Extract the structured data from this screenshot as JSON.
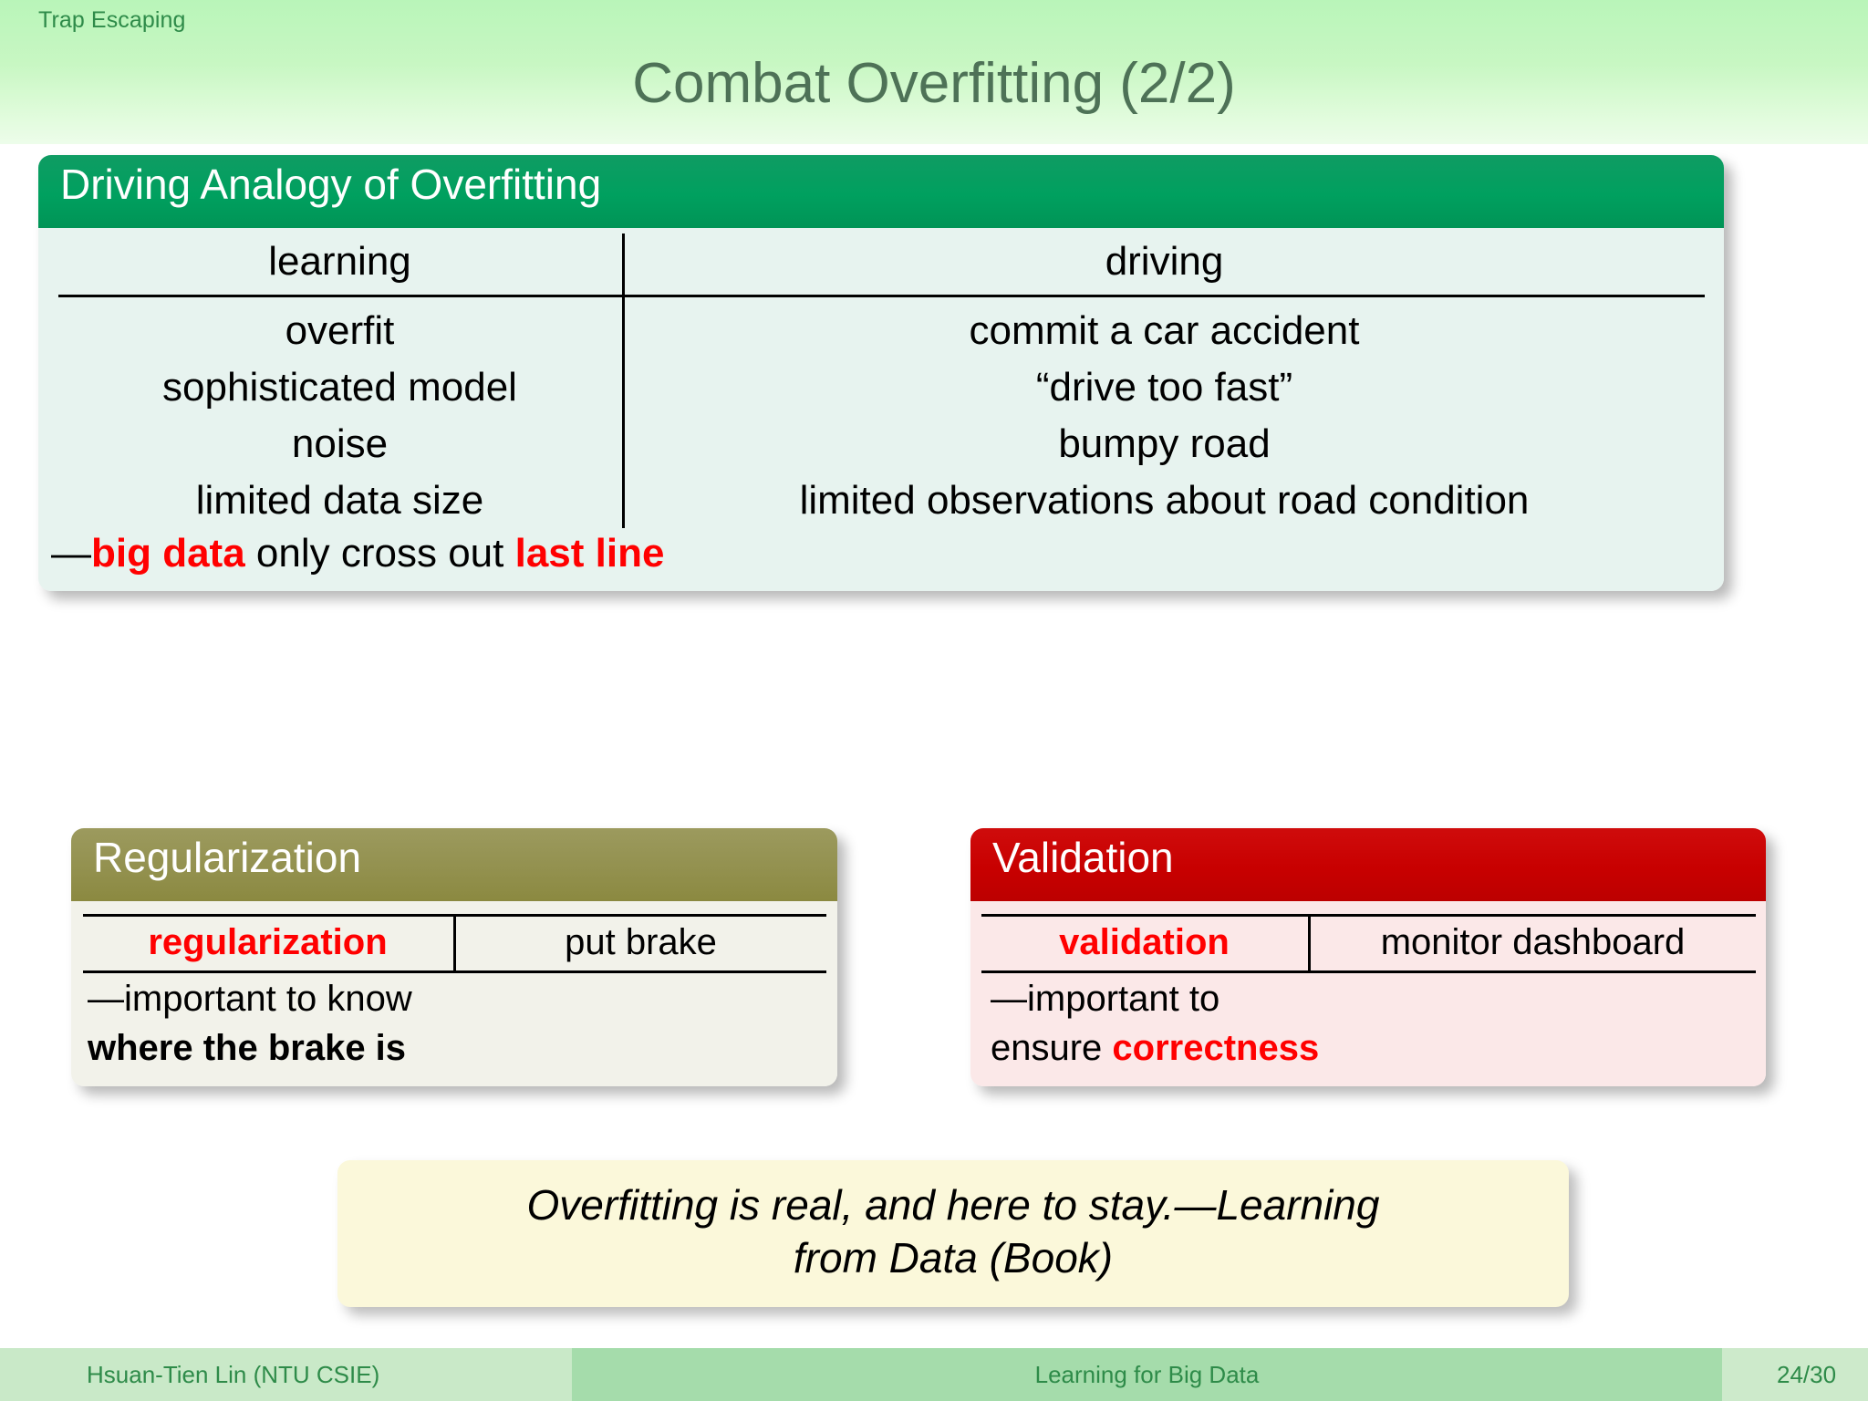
{
  "header": {
    "breadcrumb": "Trap Escaping",
    "title": "Combat Overfitting (2/2)"
  },
  "analogy_block": {
    "heading": "Driving Analogy of Overfitting",
    "columns": [
      "learning",
      "driving"
    ],
    "rows": [
      [
        "overfit",
        "commit a car accident"
      ],
      [
        "sophisticated model",
        "“drive too fast”"
      ],
      [
        "noise",
        "bumpy road"
      ],
      [
        "limited data size",
        "limited observations about road condition"
      ]
    ],
    "note": {
      "dash": "—",
      "em1": "big data",
      "mid": " only cross out ",
      "em2": "last line"
    }
  },
  "regularization_block": {
    "heading": "Regularization",
    "table": {
      "key": "regularization",
      "value": "put brake"
    },
    "note_line1": "—important to know",
    "note_line2": "where the brake is"
  },
  "validation_block": {
    "heading": "Validation",
    "table": {
      "key": "validation",
      "value": "monitor dashboard"
    },
    "note_line1": "—important to",
    "note_line2_plain": "ensure ",
    "note_line2_em": "correctness"
  },
  "quote": {
    "line1": "Overfitting is real, and here to stay.—Learning",
    "line2": "from Data (Book)"
  },
  "footer": {
    "author": "Hsuan-Tien Lin  (NTU CSIE)",
    "course": "Learning for Big Data",
    "page": "24/30"
  },
  "colors": {
    "green_header": "#009456",
    "olive_header": "#8b8940",
    "red_header": "#bc0000",
    "accent_red": "#ff0000",
    "title_green": "#4e7257",
    "footer_green": "#2e8b49"
  }
}
